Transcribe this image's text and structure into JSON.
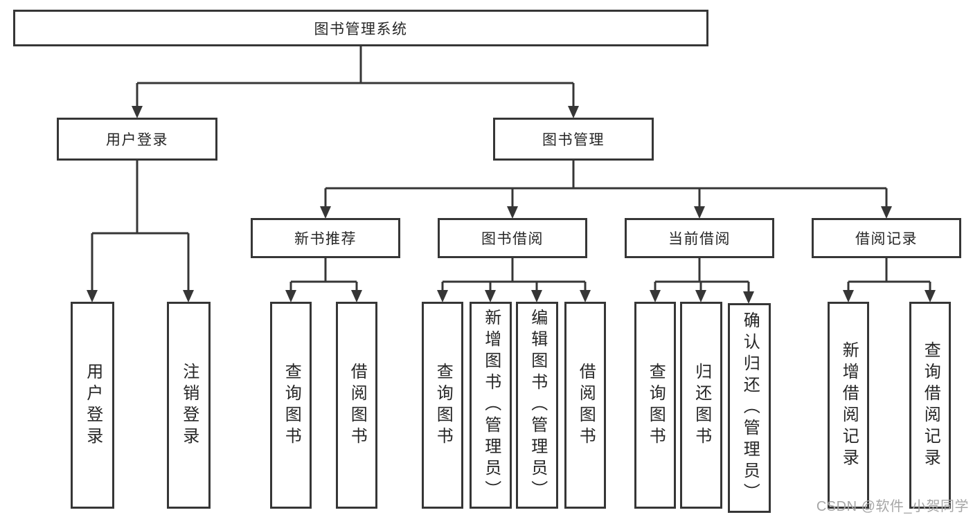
{
  "diagram": {
    "root_label": "图书管理系统",
    "branches": [
      {
        "label": "用户登录",
        "leaves": [
          "用户登录",
          "注销登录"
        ]
      },
      {
        "label": "图书管理",
        "groups": [
          {
            "label": "新书推荐",
            "leaves": [
              "查询图书",
              "借阅图书"
            ]
          },
          {
            "label": "图书借阅",
            "leaves": [
              "查询图书",
              "新增图书（管理员）",
              "编辑图书（管理员）",
              "借阅图书"
            ]
          },
          {
            "label": "当前借阅",
            "leaves": [
              "查询图书",
              "归还图书",
              "确认归还（管理员）"
            ]
          },
          {
            "label": "借阅记录",
            "leaves": [
              "新增借阅记录",
              "查询借阅记录"
            ]
          }
        ]
      }
    ]
  },
  "watermark": "CSDN @软件_小贺同学",
  "colors": {
    "line": "#363636",
    "box_border": "#363636",
    "text": "#262626",
    "watermark": "#a6a6a6",
    "background": "#ffffff"
  }
}
